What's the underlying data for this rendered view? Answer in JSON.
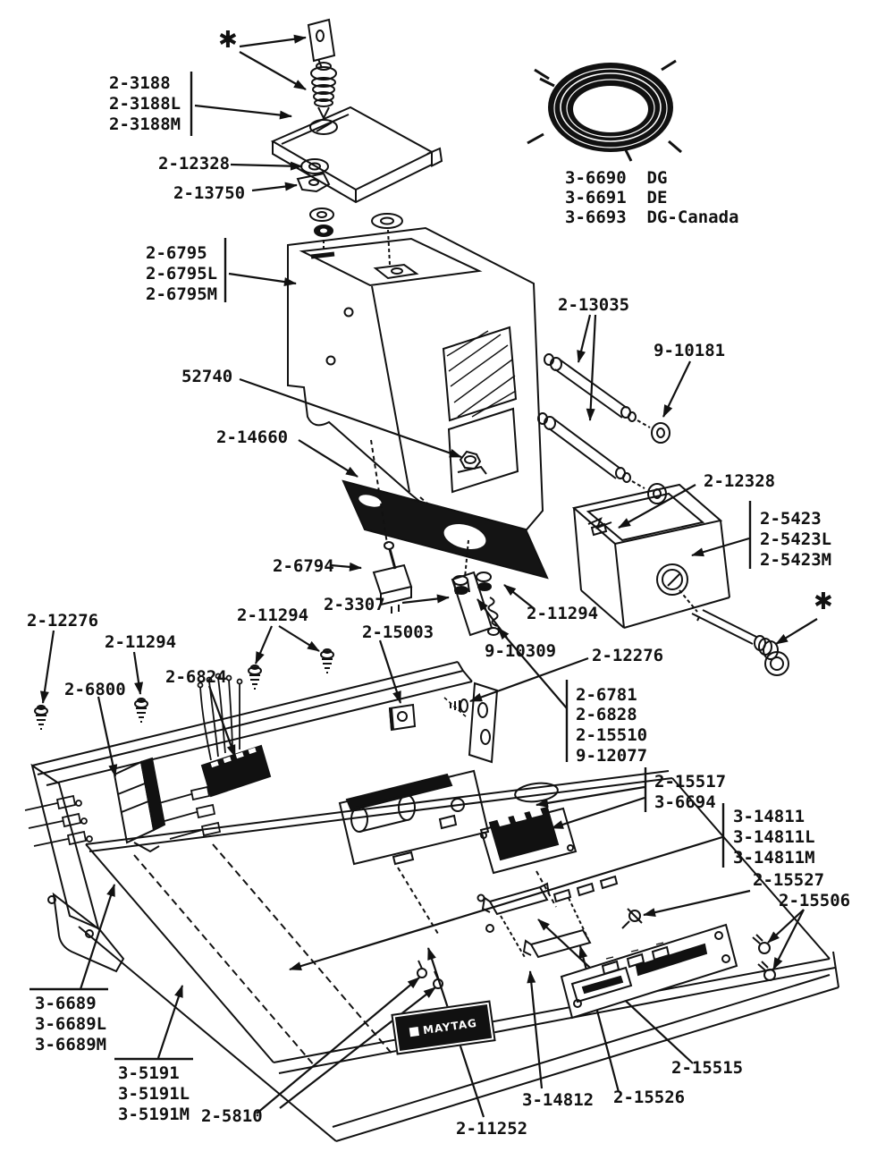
{
  "diagram": {
    "type": "exploded-parts-diagram",
    "footnote_marker": "✱",
    "colors": {
      "ink": "#111111",
      "paper": "#ffffff"
    },
    "nameplate": {
      "text": "MAYTAG"
    },
    "labels": [
      {
        "text": "2-3188"
      },
      {
        "text": "2-3188L"
      },
      {
        "text": "2-3188M"
      },
      {
        "text": "2-12328"
      },
      {
        "text": "2-13750"
      },
      {
        "text": "3-6690  DG"
      },
      {
        "text": "3-6691  DE"
      },
      {
        "text": "3-6693  DG-Canada"
      },
      {
        "text": "2-6795"
      },
      {
        "text": "2-6795L"
      },
      {
        "text": "2-6795M"
      },
      {
        "text": "2-13035"
      },
      {
        "text": "9-10181"
      },
      {
        "text": "52740"
      },
      {
        "text": "2-14660"
      },
      {
        "text": "2-12328"
      },
      {
        "text": "2-5423"
      },
      {
        "text": "2-5423L"
      },
      {
        "text": "2-5423M"
      },
      {
        "text": "2-6794"
      },
      {
        "text": "2-3307"
      },
      {
        "text": "2-11294"
      },
      {
        "text": "9-10309"
      },
      {
        "text": "2-15003"
      },
      {
        "text": "2-12276"
      },
      {
        "text": "2-11294"
      },
      {
        "text": "2-6800"
      },
      {
        "text": "2-6824"
      },
      {
        "text": "2-11294"
      },
      {
        "text": "2-12276"
      },
      {
        "text": "2-6781"
      },
      {
        "text": "2-6828"
      },
      {
        "text": "2-15510"
      },
      {
        "text": "9-12077"
      },
      {
        "text": "2-15517"
      },
      {
        "text": "3-6694"
      },
      {
        "text": "3-14811"
      },
      {
        "text": "3-14811L"
      },
      {
        "text": "3-14811M"
      },
      {
        "text": "2-15527"
      },
      {
        "text": "2-15506"
      },
      {
        "text": "3-6689"
      },
      {
        "text": "3-6689L"
      },
      {
        "text": "3-6689M"
      },
      {
        "text": "3-5191"
      },
      {
        "text": "3-5191L"
      },
      {
        "text": "3-5191M"
      },
      {
        "text": "2-5810"
      },
      {
        "text": "2-11252"
      },
      {
        "text": "3-14812"
      },
      {
        "text": "2-15526"
      },
      {
        "text": "2-15515"
      }
    ]
  }
}
